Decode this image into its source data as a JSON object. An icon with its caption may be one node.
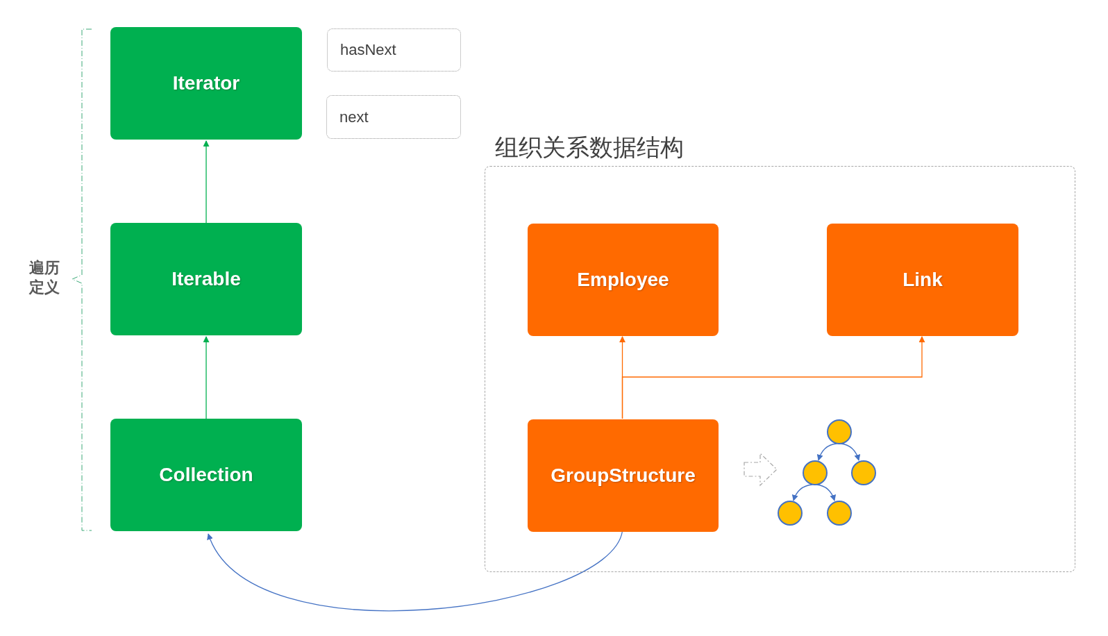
{
  "diagram": {
    "nodes": [
      {
        "text": [
          "Iterator"
        ]
      },
      {
        "text": [
          "hasNext"
        ]
      },
      {
        "text": [
          "next"
        ]
      },
      {
        "text": [
          "Iterable"
        ]
      },
      {
        "text": [
          "Collection"
        ]
      },
      {
        "text": [
          "组织关系数据结构"
        ]
      },
      {
        "text": [
          "Employee"
        ],
        "in": 5
      },
      {
        "text": [
          "Link"
        ],
        "in": 5
      },
      {
        "text": [
          "GroupStructure"
        ],
        "in": 5
      },
      {
        "text": [],
        "shape": "picture",
        "in": 5
      },
      {
        "text": [],
        "shape": "circle",
        "in": 9
      },
      {
        "text": [],
        "shape": "circle",
        "in": 9
      },
      {
        "text": [],
        "shape": "circle",
        "in": 9
      },
      {
        "text": [],
        "shape": "circle",
        "in": 9
      },
      {
        "text": [],
        "shape": "circle",
        "in": 9
      }
    ],
    "edges": [
      {
        "from": 3,
        "to": 0,
        "arrow": "to",
        "color": "#00b050"
      },
      {
        "from": 4,
        "to": 3,
        "arrow": "to",
        "color": "#00b050"
      },
      {
        "from": 8,
        "to": 6,
        "arrow": "to",
        "color": "#ff6a00"
      },
      {
        "from": 8,
        "to": 7,
        "arrow": "to",
        "color": "#ff6a00"
      },
      {
        "from": 8,
        "to": 4,
        "arrow": "to"
      },
      {
        "from": 8,
        "to": 9,
        "arrow": "to",
        "style": "dashed",
        "color": "#a6a6a6"
      },
      {
        "from": 10,
        "to": 11,
        "arrow": "to"
      },
      {
        "from": 10,
        "to": 12,
        "arrow": "to"
      },
      {
        "from": 11,
        "to": 13,
        "arrow": "to"
      },
      {
        "from": 11,
        "to": 14,
        "arrow": "to"
      }
    ],
    "labels": [
      "遍历定义"
    ]
  }
}
